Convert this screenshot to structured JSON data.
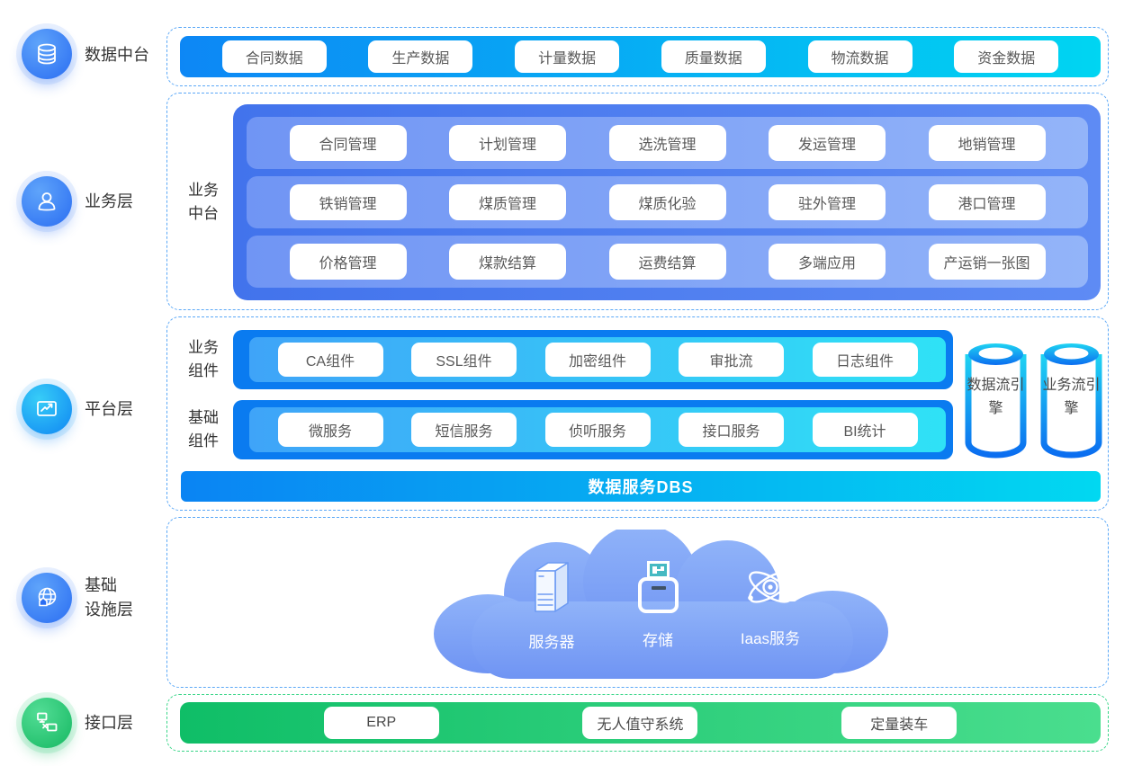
{
  "sidebar": [
    {
      "label": "数据中台",
      "icon": "database-icon"
    },
    {
      "label": "业务层",
      "icon": "user-icon"
    },
    {
      "label": "平台层",
      "icon": "chart-icon"
    },
    {
      "label": "基础\n设施层",
      "icon": "globe-icon"
    },
    {
      "label": "接口层",
      "icon": "network-icon"
    }
  ],
  "data_layer": {
    "items": [
      "合同数据",
      "生产数据",
      "计量数据",
      "质量数据",
      "物流数据",
      "资金数据"
    ]
  },
  "business_layer": {
    "group_label": "业务\n中台",
    "rows": [
      [
        "合同管理",
        "计划管理",
        "选洗管理",
        "发运管理",
        "地销管理"
      ],
      [
        "铁销管理",
        "煤质管理",
        "煤质化验",
        "驻外管理",
        "港口管理"
      ],
      [
        "价格管理",
        "煤款结算",
        "运费结算",
        "多端应用",
        "产运销一张图"
      ]
    ]
  },
  "platform_layer": {
    "groups": [
      {
        "label": "业务\n组件",
        "items": [
          "CA组件",
          "SSL组件",
          "加密组件",
          "审批流",
          "日志组件"
        ]
      },
      {
        "label": "基础\n组件",
        "items": [
          "微服务",
          "短信服务",
          "侦听服务",
          "接口服务",
          "BI统计"
        ]
      }
    ],
    "engines": [
      "数据流引擎",
      "业务流引擎"
    ],
    "dbs_label": "数据服务DBS"
  },
  "infrastructure_layer": {
    "nodes": [
      {
        "label": "服务器",
        "icon": "server-icon"
      },
      {
        "label": "存储",
        "icon": "storage-icon"
      },
      {
        "label": "Iaas服务",
        "icon": "atom-icon"
      }
    ]
  },
  "interface_layer": {
    "items": [
      "ERP",
      "无人值守系统",
      "定量装车"
    ]
  },
  "colors": {
    "band_gradient": [
      "#0d87f5",
      "#00d5f2"
    ],
    "business_container": "#4679ef",
    "business_row": [
      "#7095f4",
      "#93b4f9"
    ],
    "platform_frame": "#0a7bf0",
    "platform_inner": [
      "#3fa4f8",
      "#2fe2f6"
    ],
    "dbs_bar": [
      "#0a84f3",
      "#01d8f1"
    ],
    "interface_band": [
      "#0fbe67",
      "#4ade8e"
    ],
    "dashed_blue": "#5ba8f7",
    "dashed_green": "#3bd689"
  }
}
